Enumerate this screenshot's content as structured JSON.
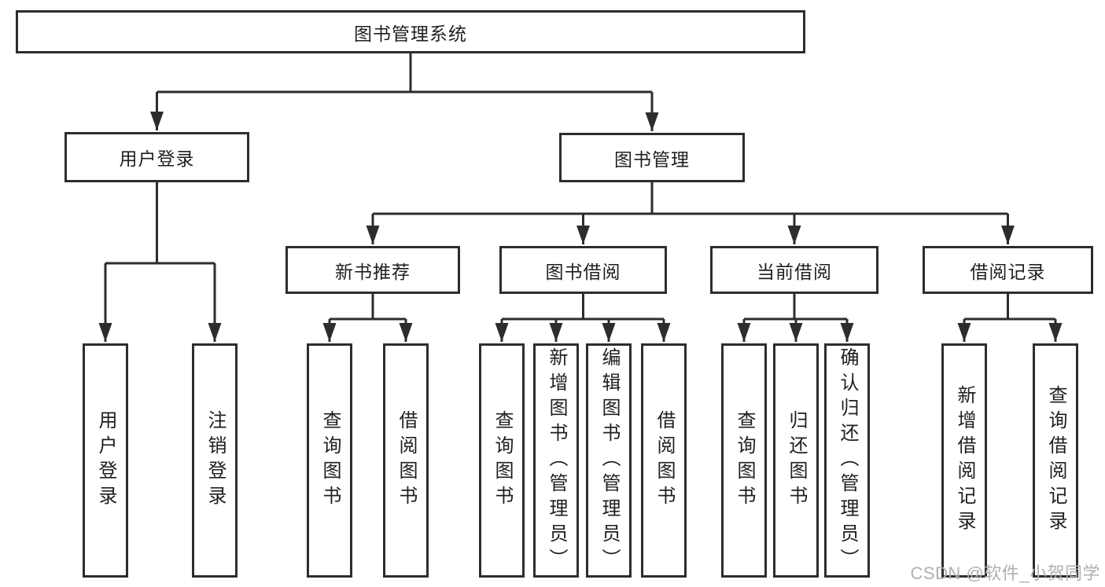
{
  "diagram": {
    "root_label": "图书管理系统"
  },
  "nodes": [
    {
      "id": "root",
      "label": "图书管理系统"
    },
    {
      "id": "user-login",
      "label": "用户登录"
    },
    {
      "id": "book-management",
      "label": "图书管理"
    },
    {
      "id": "new-book-recommend",
      "label": "新书推荐"
    },
    {
      "id": "book-borrowing",
      "label": "图书借阅"
    },
    {
      "id": "current-borrowing",
      "label": "当前借阅"
    },
    {
      "id": "borrowing-records",
      "label": "借阅记录"
    },
    {
      "id": "leaf-user-login",
      "label": "用户登录"
    },
    {
      "id": "leaf-logout",
      "label": "注销登录"
    },
    {
      "id": "leaf-query-books-1",
      "label": "查询图书"
    },
    {
      "id": "leaf-borrow-books-1",
      "label": "借阅图书"
    },
    {
      "id": "leaf-query-books-2",
      "label": "查询图书"
    },
    {
      "id": "leaf-add-books",
      "label": "新增图书（管理员）"
    },
    {
      "id": "leaf-edit-books",
      "label": "编辑图书（管理员）"
    },
    {
      "id": "leaf-borrow-books-2",
      "label": "借阅图书"
    },
    {
      "id": "leaf-query-books-3",
      "label": "查询图书"
    },
    {
      "id": "leaf-return-books",
      "label": "归还图书"
    },
    {
      "id": "leaf-confirm-return",
      "label": "确认归还（管理员）"
    },
    {
      "id": "leaf-add-borrow-record",
      "label": "新增借阅记录"
    },
    {
      "id": "leaf-query-borrow-record",
      "label": "查询借阅记录"
    }
  ],
  "edges": [
    {
      "from": "root",
      "to": [
        "user-login",
        "book-management"
      ]
    },
    {
      "from": "user-login",
      "to": [
        "leaf-user-login",
        "leaf-logout"
      ]
    },
    {
      "from": "book-management",
      "to": [
        "new-book-recommend",
        "book-borrowing",
        "current-borrowing",
        "borrowing-records"
      ]
    },
    {
      "from": "new-book-recommend",
      "to": [
        "leaf-query-books-1",
        "leaf-borrow-books-1"
      ]
    },
    {
      "from": "book-borrowing",
      "to": [
        "leaf-query-books-2",
        "leaf-add-books",
        "leaf-edit-books",
        "leaf-borrow-books-2"
      ]
    },
    {
      "from": "current-borrowing",
      "to": [
        "leaf-query-books-3",
        "leaf-return-books",
        "leaf-confirm-return"
      ]
    },
    {
      "from": "borrowing-records",
      "to": [
        "leaf-add-borrow-record",
        "leaf-query-borrow-record"
      ]
    }
  ],
  "watermark": {
    "text": "CSDN @软件_小贺同学"
  },
  "colors": {
    "line": "#2d2d2d",
    "text": "#1f1f1f",
    "background": "#ffffff",
    "watermark": "#b0b0b0"
  }
}
